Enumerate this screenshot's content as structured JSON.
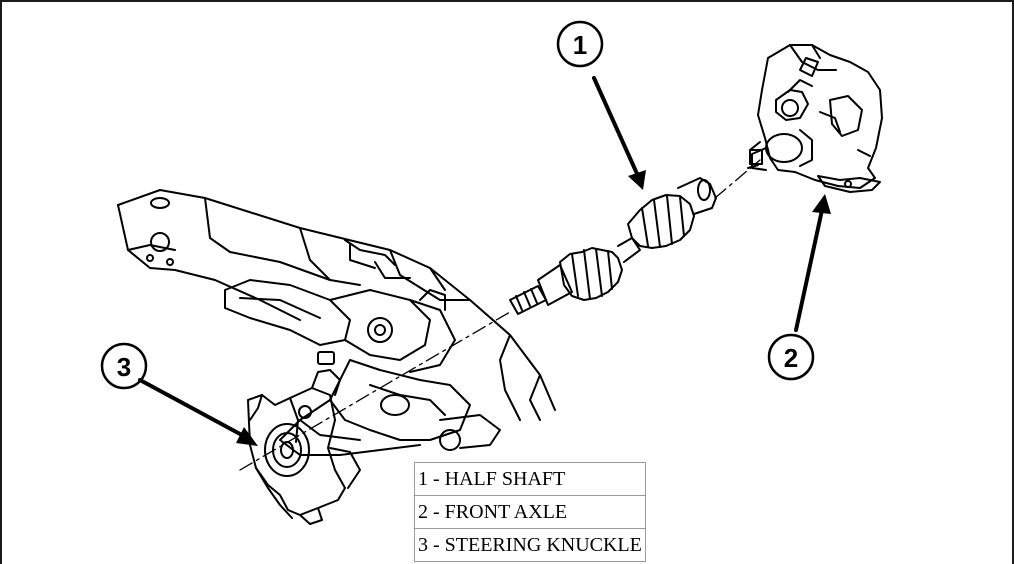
{
  "callouts": {
    "half_shaft": "1",
    "front_axle": "2",
    "steering_knuckle": "3"
  },
  "legend": [
    {
      "text": "1 - HALF SHAFT"
    },
    {
      "text": "2 - FRONT AXLE"
    },
    {
      "text": "3 - STEERING KNUCKLE"
    }
  ]
}
